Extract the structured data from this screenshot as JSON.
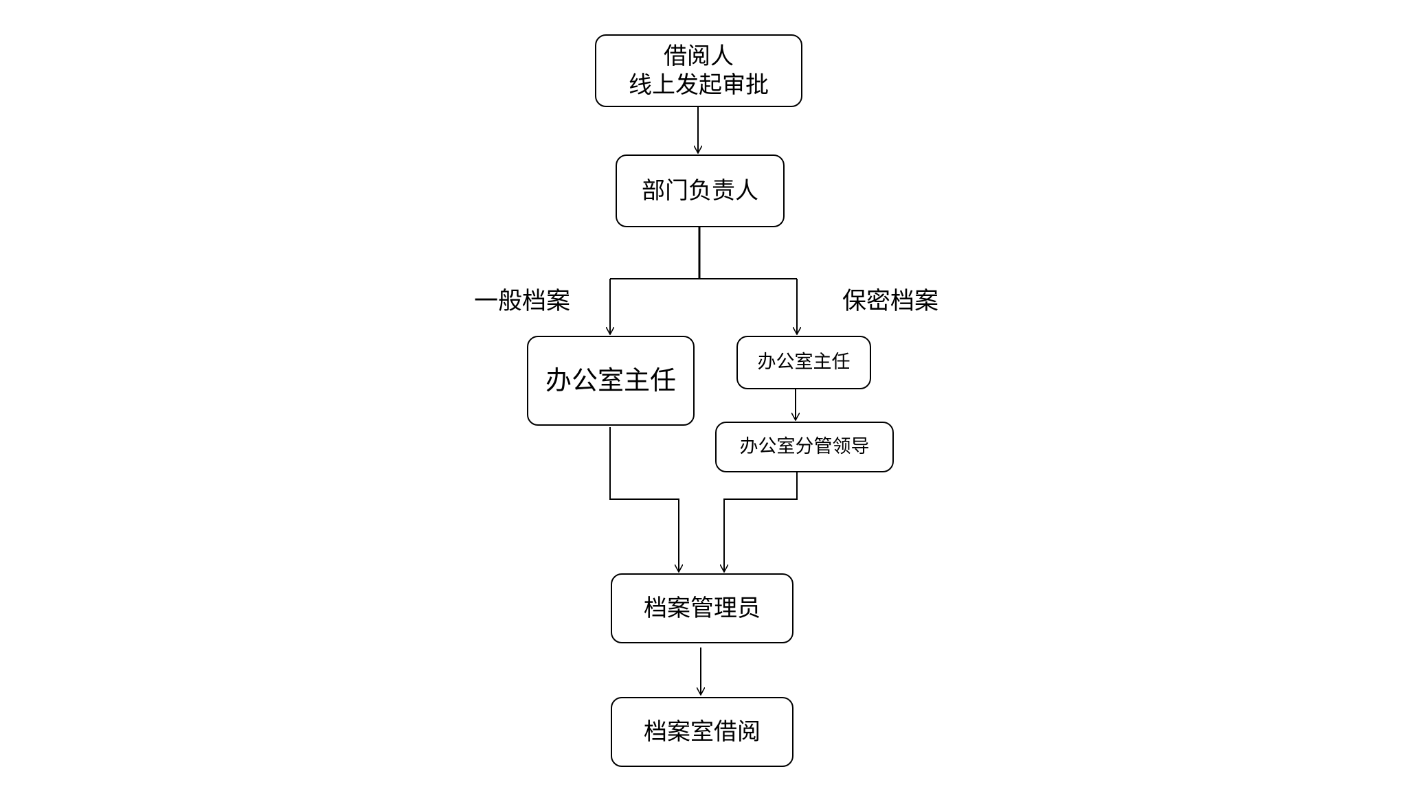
{
  "nodes": {
    "initiator_line1": "借阅人",
    "initiator_line2": "线上发起审批",
    "dept_head": "部门负责人",
    "office_director_general": "办公室主任",
    "office_director_confidential": "办公室主任",
    "office_supervisor": "办公室分管领导",
    "archivist": "档案管理员",
    "archive_room": "档案室借阅"
  },
  "branches": {
    "general": "一般档案",
    "confidential": "保密档案"
  },
  "colors": {
    "line": "#000000",
    "background": "#ffffff"
  }
}
